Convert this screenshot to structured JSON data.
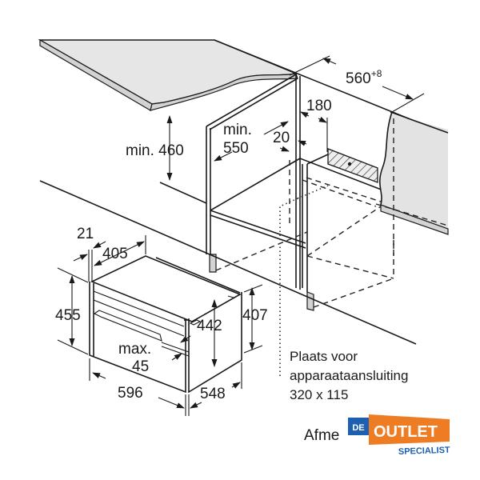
{
  "diagram": {
    "title_partial": "Afme",
    "dimensions": {
      "niche_depth": "560",
      "niche_depth_tolerance": "+8",
      "outlet_offset": "180",
      "min_height_label": "min. 460",
      "min_depth_prefix": "min.",
      "min_depth_value": "550",
      "gap": "20",
      "front_offset": "21",
      "side_depth": "405",
      "front_height": "455",
      "body_height": "442",
      "rear_height": "407",
      "handle_prefix": "max.",
      "handle_value": "45",
      "width": "596",
      "depth": "548"
    },
    "note": {
      "line1": "Plaats voor",
      "line2": "apparaataansluiting",
      "line3": "320 x 115"
    }
  },
  "logo": {
    "prefix": "DE",
    "name": "OUTLET",
    "subtitle": "SPECIALIST",
    "colors": {
      "blue": "#1d5fb0",
      "orange": "#ee7c22",
      "white": "#ffffff"
    }
  }
}
